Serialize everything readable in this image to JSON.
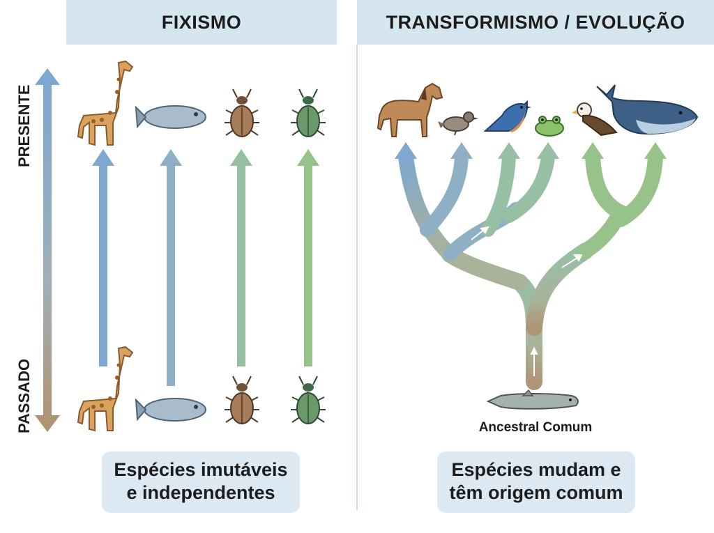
{
  "left_panel": {
    "title": "FIXISMO",
    "axis_top": "PRESENTE",
    "axis_bottom": "PASSADO",
    "caption_line1": "Espécies imutáveis",
    "caption_line2": "e independentes",
    "species_icons": [
      "giraffe-icon",
      "fish-icon",
      "brown-beetle-icon",
      "green-beetle-icon"
    ]
  },
  "right_panel": {
    "title": "TRANSFORMISMO / EVOLUÇÃO",
    "ancestor_label": "Ancestral Comum",
    "caption_line1": "Espécies mudam e",
    "caption_line2": "têm origem comum",
    "species_icons": [
      "horse-icon",
      "sparrow-icon",
      "bluebird-icon",
      "frog-icon",
      "eagle-icon",
      "whale-icon"
    ],
    "ancestor_icon": "ancestral-fish-icon"
  },
  "colors": {
    "header_bg": "#d6e6f1",
    "caption_bg": "#dce9f2",
    "arrow_blue": "#7fa7cf",
    "arrow_steel": "#8fb0c4",
    "arrow_sage": "#97bfa4",
    "arrow_green": "#97c28a",
    "arrow_brown": "#b09476"
  }
}
